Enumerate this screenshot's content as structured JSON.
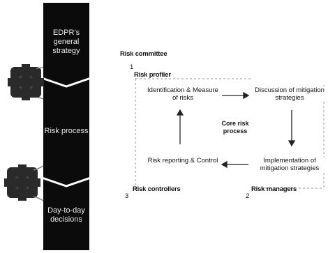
{
  "stages": [
    "EDPR's general strategy",
    "Risk process",
    "Day-to-day decisions"
  ],
  "roles": {
    "committee": "Risk committee",
    "profiler": "Risk profiler",
    "controllers": "Risk controllers",
    "managers": "Risk managers"
  },
  "numbers": {
    "one": "1",
    "two": "2",
    "three": "3"
  },
  "boxes": {
    "identification": "Identification & Measure of risks",
    "discussion": "Discussion of mitigation strategies",
    "reporting": "Risk reporting & Control",
    "implementation": "Implementation of mitigation strategies"
  },
  "center": "Core risk process",
  "colors": {
    "column": "#0b0b0b",
    "gear": "#2a2a2a",
    "line": "#222222"
  }
}
